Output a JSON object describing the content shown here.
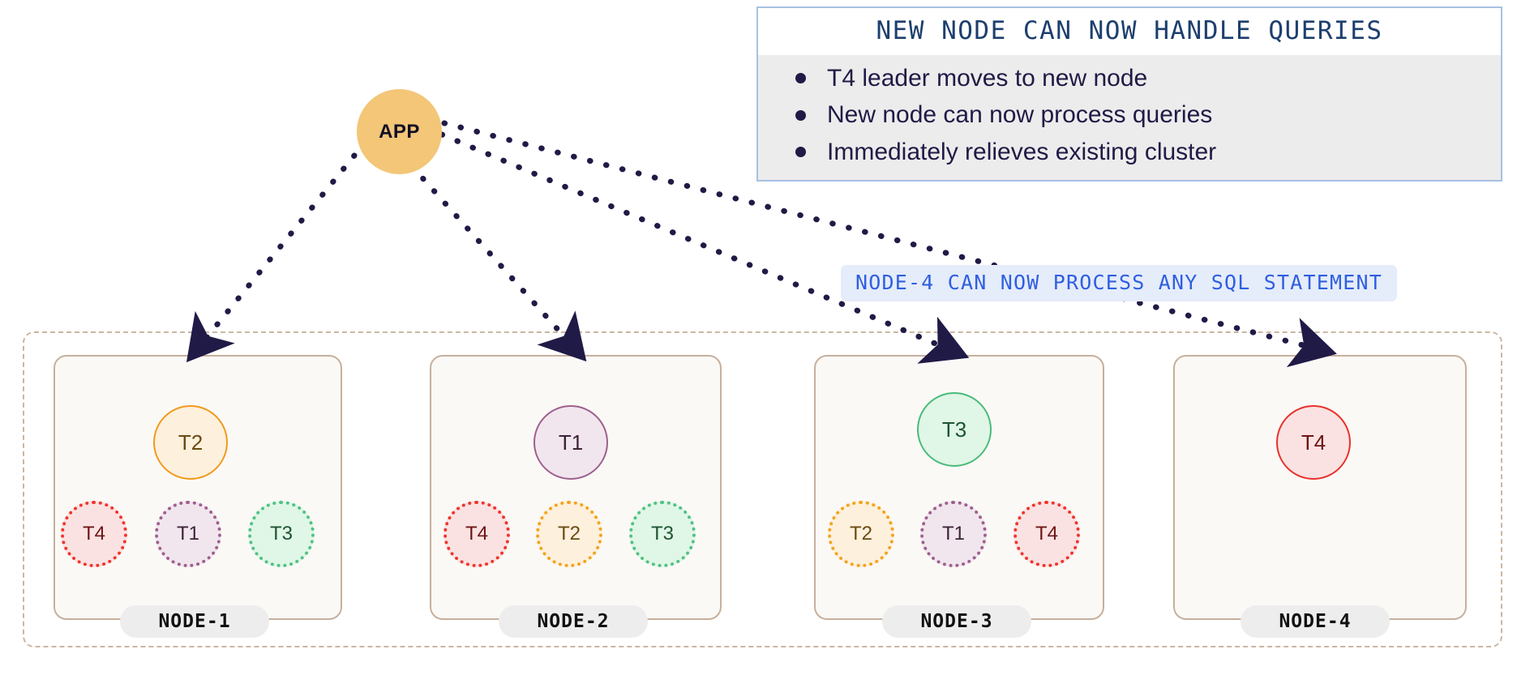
{
  "app": {
    "label": "APP"
  },
  "info_box": {
    "title": "NEW NODE CAN NOW HANDLE QUERIES",
    "bullets": [
      "T4 leader moves to new node",
      "New node can now process queries",
      "Immediately relieves existing cluster"
    ],
    "border_color": "#a7c1e3",
    "title_color": "#1d3f6e",
    "body_bg": "#ececec"
  },
  "sql_caption": {
    "text": "NODE-4 CAN NOW PROCESS ANY SQL STATEMENT",
    "color": "#2f5fe0",
    "bg": "#e5ecfa"
  },
  "cluster": {
    "border_color": "#cbb6a4",
    "nodes": [
      {
        "label": "NODE-1",
        "leader": {
          "label": "T2",
          "color": "#f09a1c"
        },
        "followers": [
          {
            "label": "T4",
            "color": "#f0342c"
          },
          {
            "label": "T1",
            "color": "#9e5f8d"
          },
          {
            "label": "T3",
            "color": "#4fc184"
          }
        ]
      },
      {
        "label": "NODE-2",
        "leader": {
          "label": "T1",
          "color": "#9e5f8d"
        },
        "followers": [
          {
            "label": "T4",
            "color": "#f0342c"
          },
          {
            "label": "T2",
            "color": "#f2a31e"
          },
          {
            "label": "T3",
            "color": "#4fc184"
          }
        ]
      },
      {
        "label": "NODE-3",
        "leader": {
          "label": "T3",
          "color": "#49bb7b"
        },
        "followers": [
          {
            "label": "T2",
            "color": "#f2a31e"
          },
          {
            "label": "T1",
            "color": "#9e5f8d"
          },
          {
            "label": "T4",
            "color": "#f0342c"
          }
        ]
      },
      {
        "label": "NODE-4",
        "leader": {
          "label": "T4",
          "color": "#e8312a"
        },
        "followers": []
      }
    ]
  },
  "arrows": {
    "color": "#201a46",
    "count": 4,
    "from": "APP",
    "to": [
      "NODE-1",
      "NODE-2",
      "NODE-3",
      "NODE-4"
    ]
  }
}
